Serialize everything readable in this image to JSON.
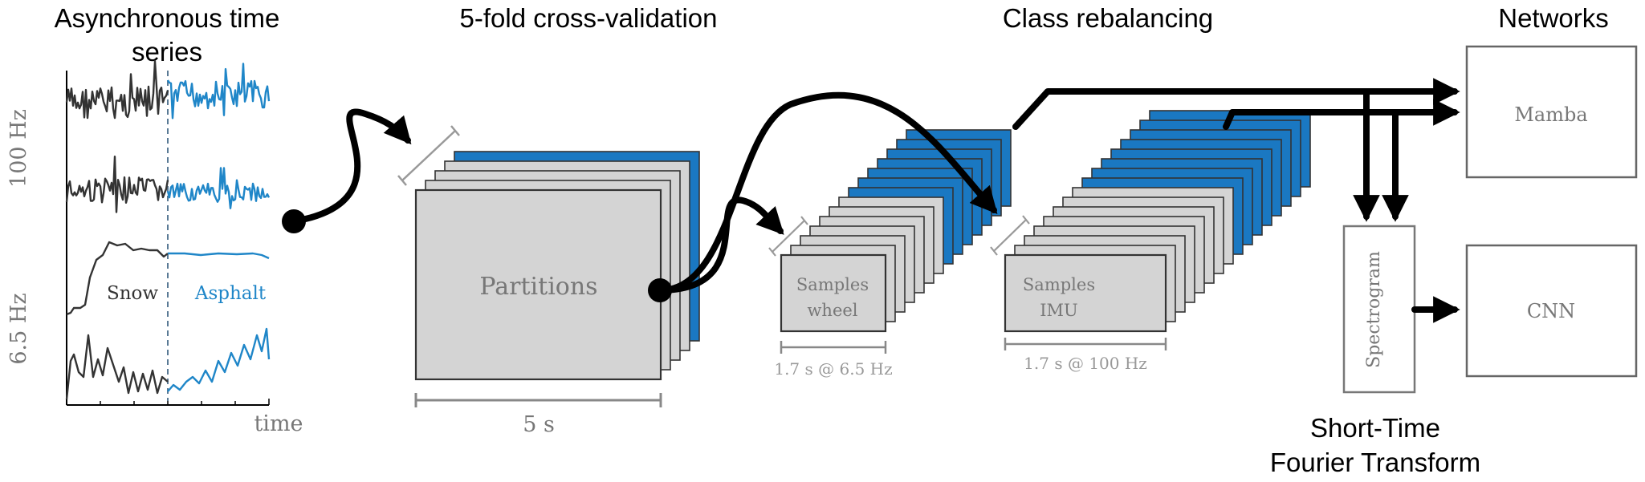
{
  "headings": {
    "async_line1": "Asynchronous time",
    "async_line2": "series",
    "cv": "5-fold cross-validation",
    "rebalance": "Class rebalancing",
    "networks": "Networks",
    "stft_line1": "Short-Time",
    "stft_line2": "Fourier Transform"
  },
  "timeseries": {
    "rate_high": "100 Hz",
    "rate_low": "6.5 Hz",
    "class_a": "Snow",
    "class_b": "Asphalt",
    "axis_label": "time"
  },
  "partitions": {
    "label": "Partitions",
    "span": "5 s"
  },
  "wheel_samples": {
    "line1": "Samples",
    "line2": "wheel",
    "span": "1.7 s @ 6.5 Hz"
  },
  "imu_samples": {
    "line1": "Samples",
    "line2": "IMU",
    "span": "1.7 s @ 100 Hz"
  },
  "spectrogram": {
    "label": "Spectrogram"
  },
  "models": {
    "mamba": "Mamba",
    "cnn": "CNN"
  },
  "colors": {
    "snow": "#333333",
    "asphalt": "#1f86c8",
    "stack_blue": "#1a78c2",
    "stack_gray": "#d4d4d4"
  }
}
